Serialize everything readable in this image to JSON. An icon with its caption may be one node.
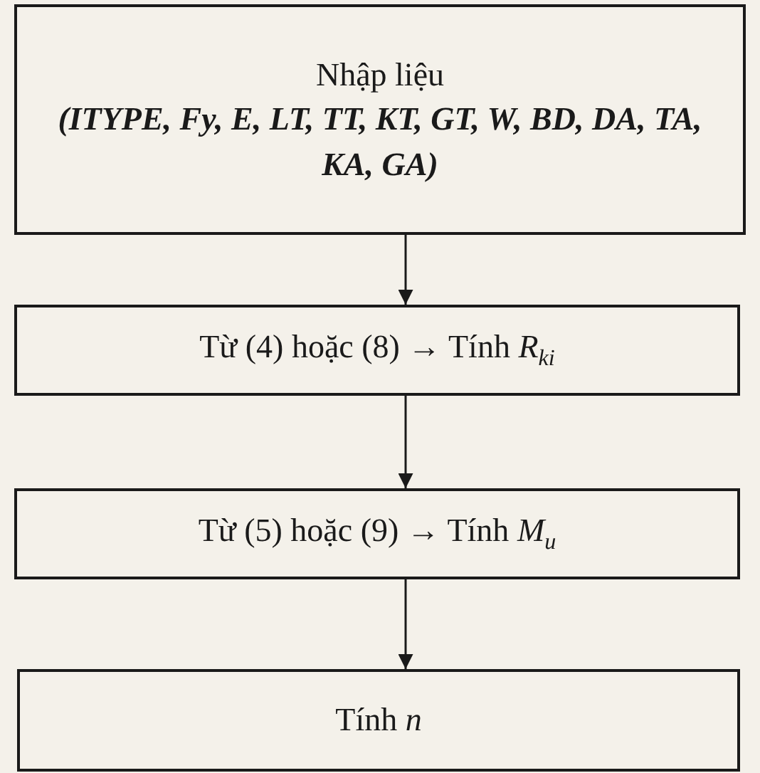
{
  "diagram": {
    "nodes": [
      {
        "text": [
          "Nhập liệu",
          "(ITYPE, Fy, E, LT, TT, KT, GT, W, BD, DA, TA, KA, GA)"
        ]
      },
      {
        "text": [
          "Từ (4) hoặc (8) → Tính *R*$_{ki}$"
        ]
      },
      {
        "text": [
          "Từ (5) hoặc (9) → Tính *M*$_{u}$"
        ]
      },
      {
        "text": [
          "Tính *n*"
        ]
      }
    ],
    "edges": [
      {
        "from": 0,
        "to": 1,
        "arrow": "to"
      },
      {
        "from": 1,
        "to": 2,
        "arrow": "to"
      },
      {
        "from": 2,
        "to": 3,
        "arrow": "to"
      }
    ]
  }
}
